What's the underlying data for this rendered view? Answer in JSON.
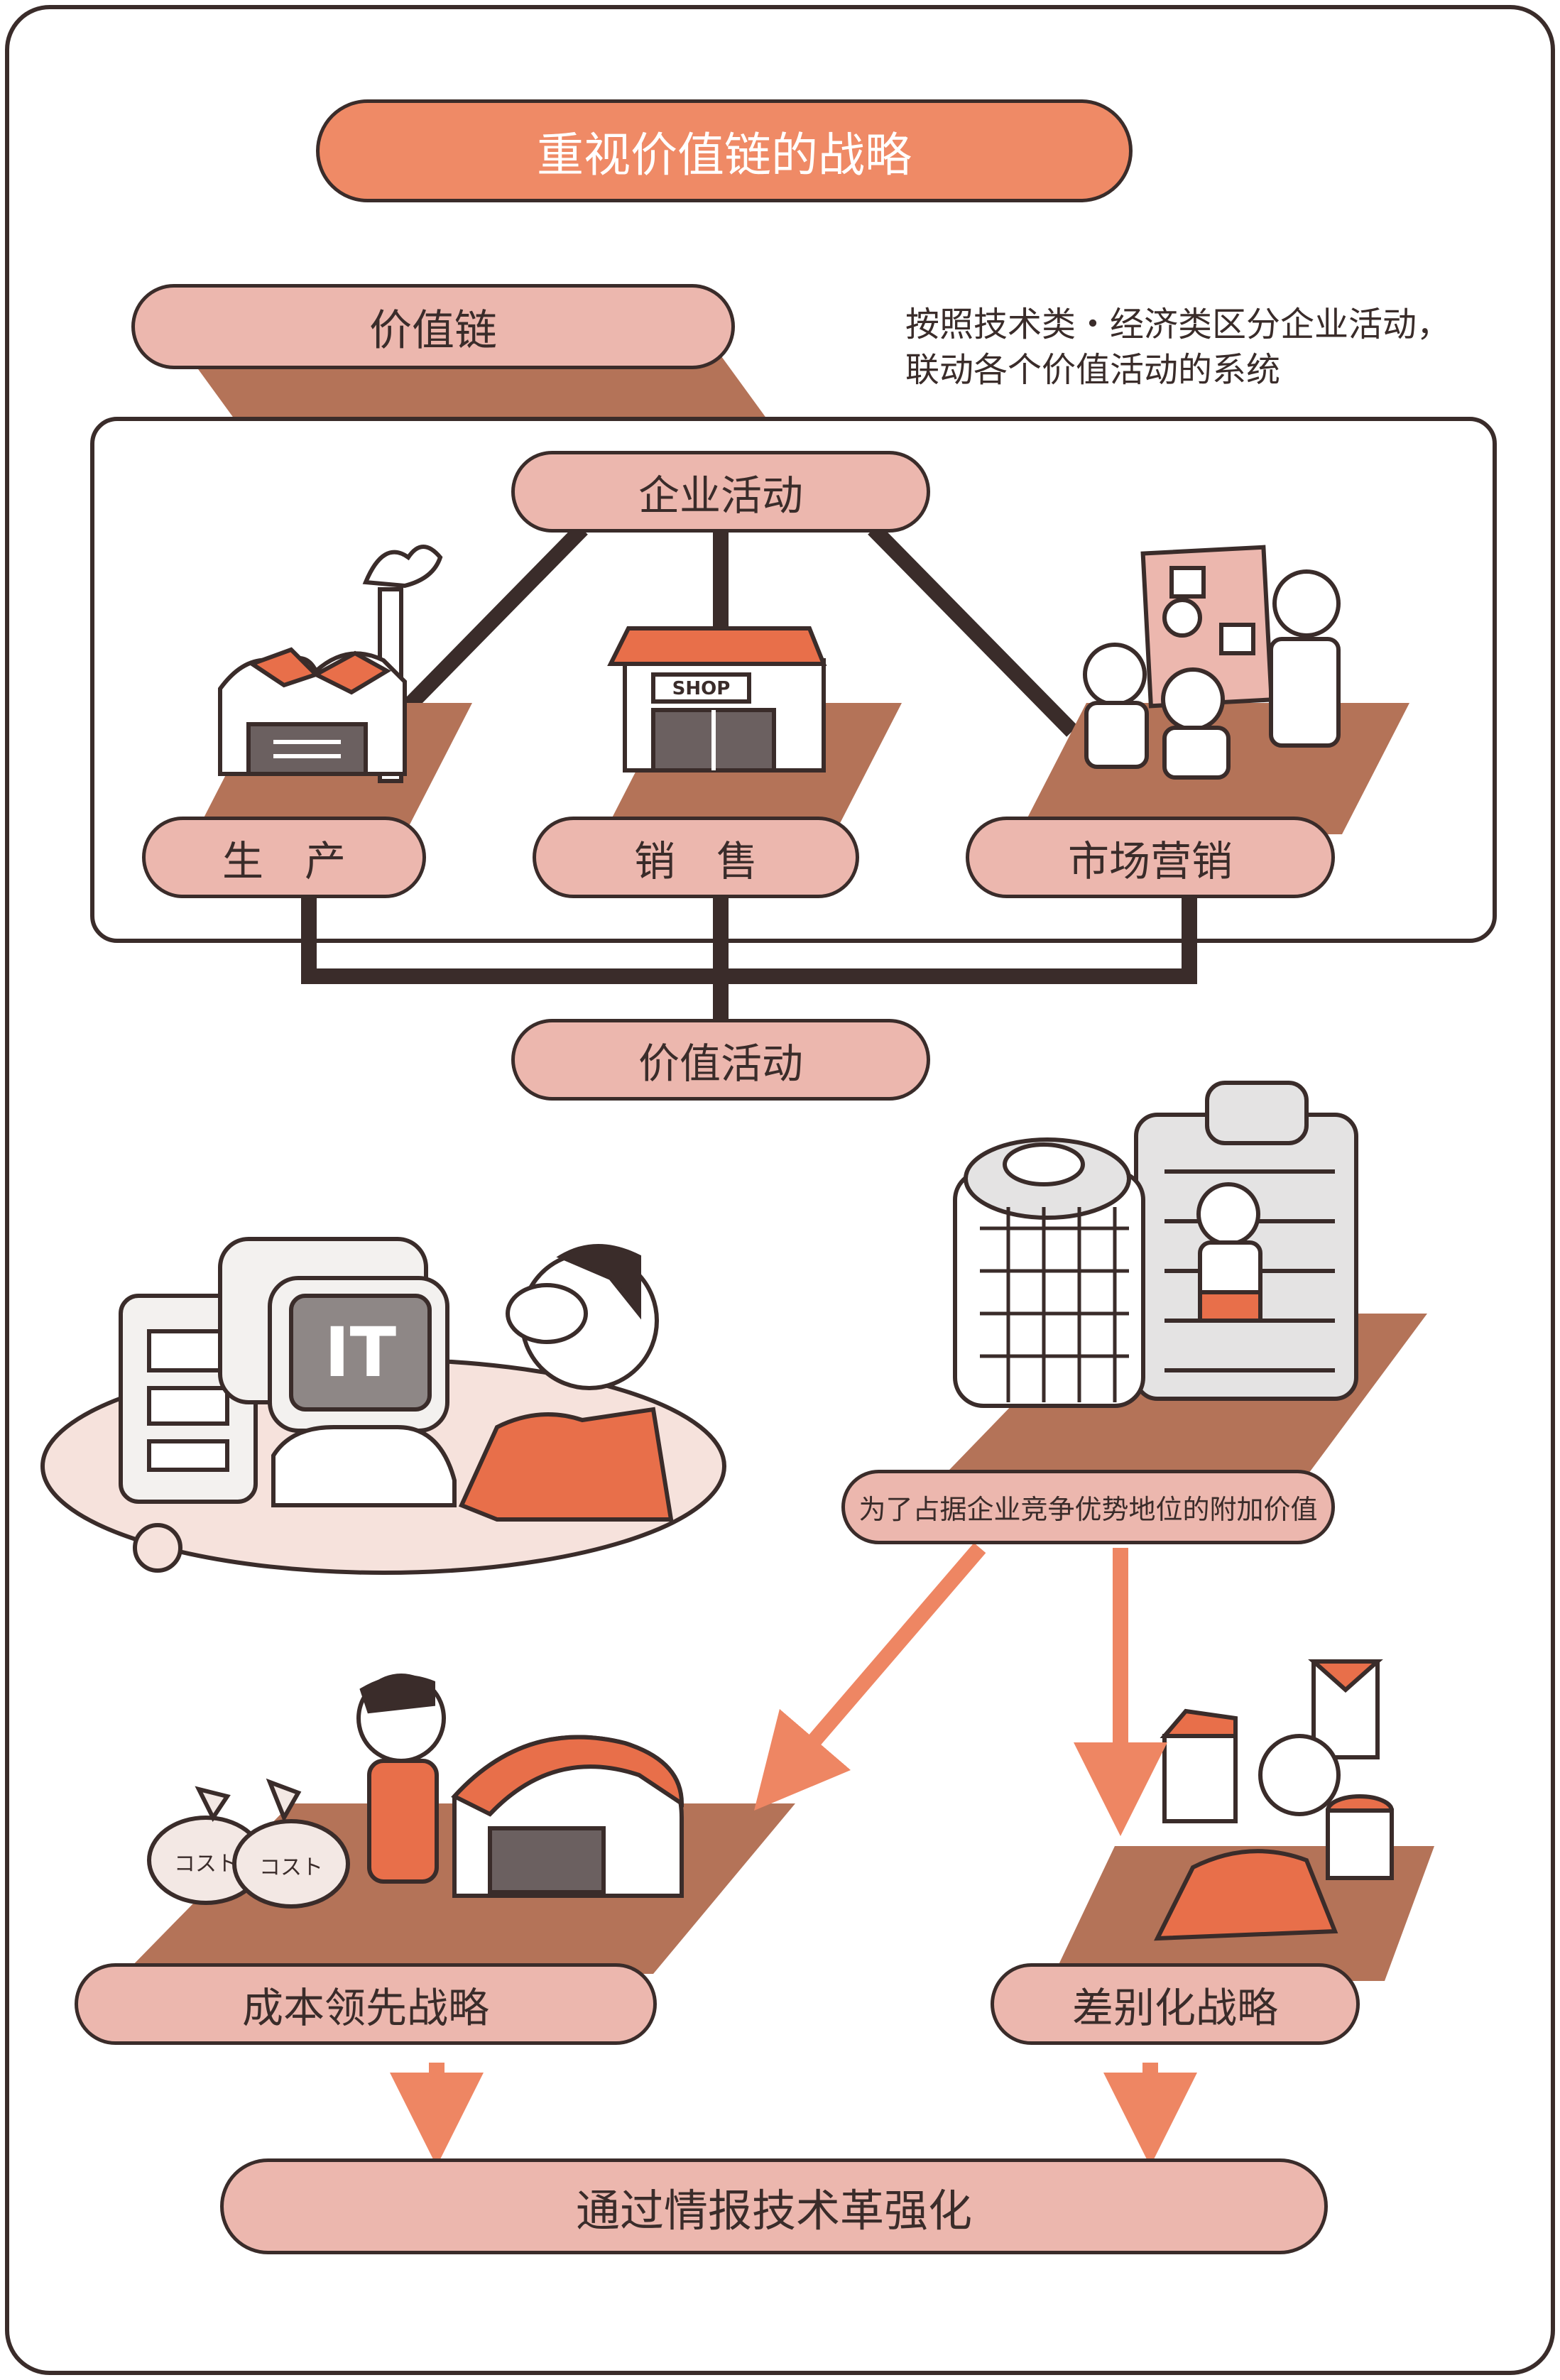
{
  "title": "重视价值链的战略",
  "value_chain": {
    "label": "价值链",
    "description_lines": [
      "按照技术类・经济类区分企业活动，",
      "联动各个价值活动的系统"
    ]
  },
  "business_activity": "企业活动",
  "activities": [
    {
      "label": "生　产"
    },
    {
      "label": "销　售"
    },
    {
      "label": "市场营销"
    }
  ],
  "value_activity": "价值活动",
  "shop_sign": "SHOP",
  "computer_screen_text": "IT",
  "added_value": "为了占据企业竞争优势地位的附加价值",
  "cost_bag_text": "コスト",
  "strategies": [
    {
      "label": "成本领先战略"
    },
    {
      "label": "差别化战略"
    }
  ],
  "conclusion": "通过情报技术革强化",
  "colors": {
    "outline": "#3a2c2a",
    "pill_fill": "#ecb7ae",
    "title_fill": "#ef8a66",
    "platform": "#b47358",
    "arrow": "#ee8663",
    "accent": "#e86f4a"
  }
}
